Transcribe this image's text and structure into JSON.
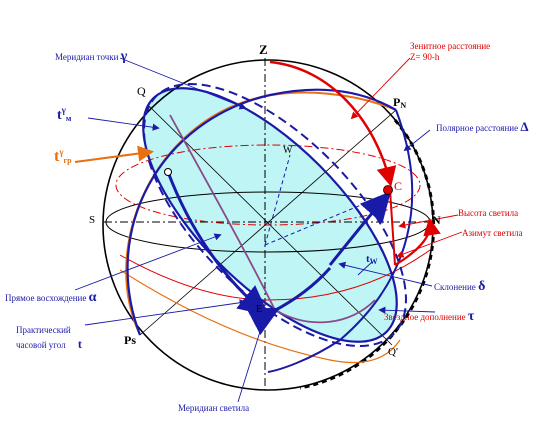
{
  "points": {
    "Z": "Z",
    "Q": "Q",
    "PN_main": "P",
    "PN_sub": "N",
    "W": "W",
    "C": "C",
    "S": "S",
    "N": "N",
    "E": "E",
    "Ps": "Ps",
    "Qp": "Q'"
  },
  "labels": {
    "meridian_gamma": "Меридиан точки",
    "gamma": "γ",
    "tM_main": "t",
    "tM_sup": "γ",
    "tM_sub": "м",
    "tGR_main": "t",
    "tGR_sup": "γ",
    "tGR_sub": "гр",
    "zenith_dist_1": "Зенитное расстояние",
    "zenith_dist_2": "Z= 90-h",
    "polar_dist": "Полярное расстояние",
    "delta_cap": "Δ",
    "altitude": "Высота светила",
    "azimuth": "Азимут светила",
    "tw_main": "t",
    "tw_sub": "W",
    "declination": "Склонение",
    "delta": "δ",
    "sidereal": "Звездное дополнение",
    "tau": "τ",
    "right_asc": "Прямое восхождение",
    "alpha": "α",
    "practical_1": "Практический",
    "practical_2": "часовой угол",
    "t_small": "t",
    "star_meridian": "Меридиан светила"
  },
  "colors": {
    "blue": "#1a1aa8",
    "red": "#e00000",
    "orange": "#e87010",
    "cyan_fill": "#bff5f5",
    "purple": "#8a4a8a"
  }
}
